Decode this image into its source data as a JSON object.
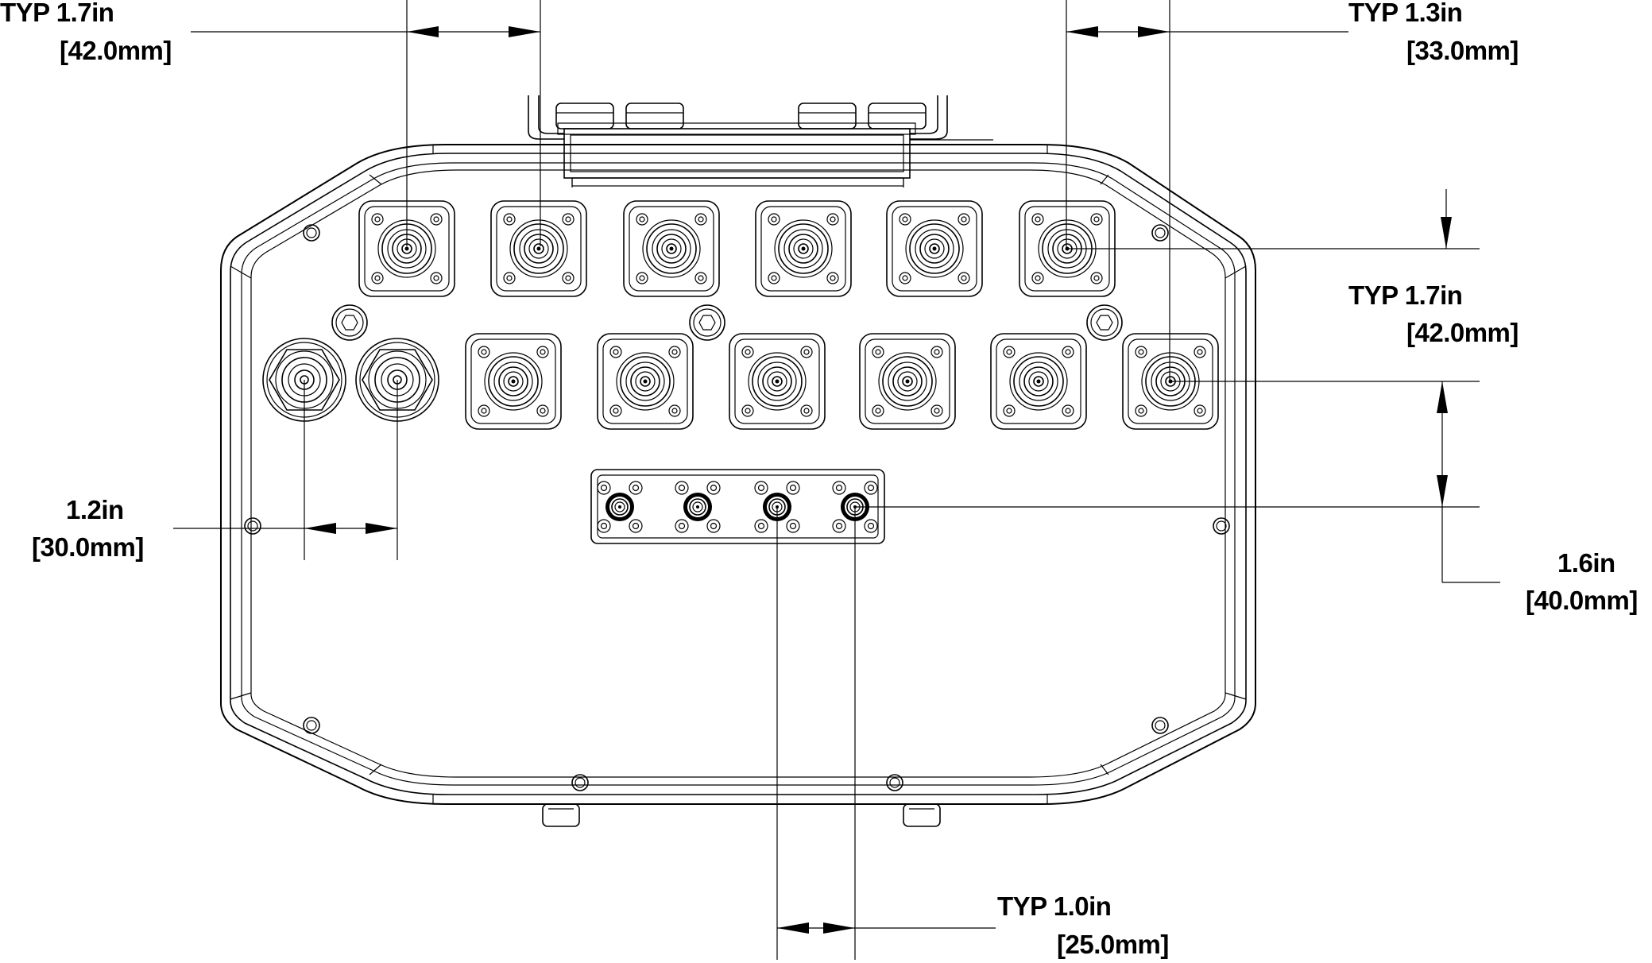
{
  "dimensions": {
    "top_left": {
      "label": "TYP 1.7in",
      "metric": "[42.0mm]"
    },
    "top_right": {
      "label": "TYP 1.3in",
      "metric": "[33.0mm]"
    },
    "right_upper": {
      "label": "TYP 1.7in",
      "metric": "[42.0mm]"
    },
    "right_lower": {
      "label": "1.6in",
      "metric": "[40.0mm]"
    },
    "left": {
      "label": "1.2in",
      "metric": "[30.0mm]"
    },
    "bottom": {
      "label": "TYP 1.0in",
      "metric": "[25.0mm]"
    }
  }
}
